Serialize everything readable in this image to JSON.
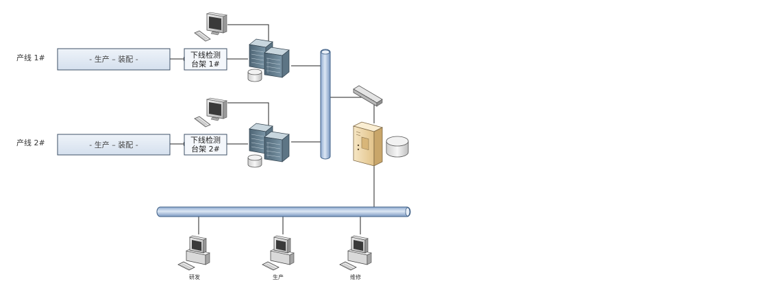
{
  "lines": [
    {
      "label": "产线 1#",
      "process": "- 生产 – 装配 -",
      "rig_line1": "下线检测",
      "rig_line2": "台架 1#"
    },
    {
      "label": "产线 2#",
      "process": "- 生产 – 装配 -",
      "rig_line1": "下线检测",
      "rig_line2": "台架 2#"
    }
  ],
  "clients": [
    {
      "label": "研发"
    },
    {
      "label": "生产"
    },
    {
      "label": "维修"
    }
  ],
  "colors": {
    "bus_fill": "#b8cce4",
    "bus_stroke": "#3f5f85",
    "box_fill": "#dbe5f1",
    "box_stroke": "#3c4f66",
    "rack_dark": "#3f5362",
    "rack_light": "#8fa8b8",
    "tower_fill": "#f0d9ae",
    "monitor_gray": "#d0d0d0"
  },
  "icons": {
    "workstation": "monitor-keyboard-icon",
    "rack_server": "rack-server-icon",
    "database": "database-cylinder-icon",
    "switch": "network-switch-icon",
    "tower_server": "tower-server-icon",
    "client_pc": "desktop-pc-icon"
  }
}
